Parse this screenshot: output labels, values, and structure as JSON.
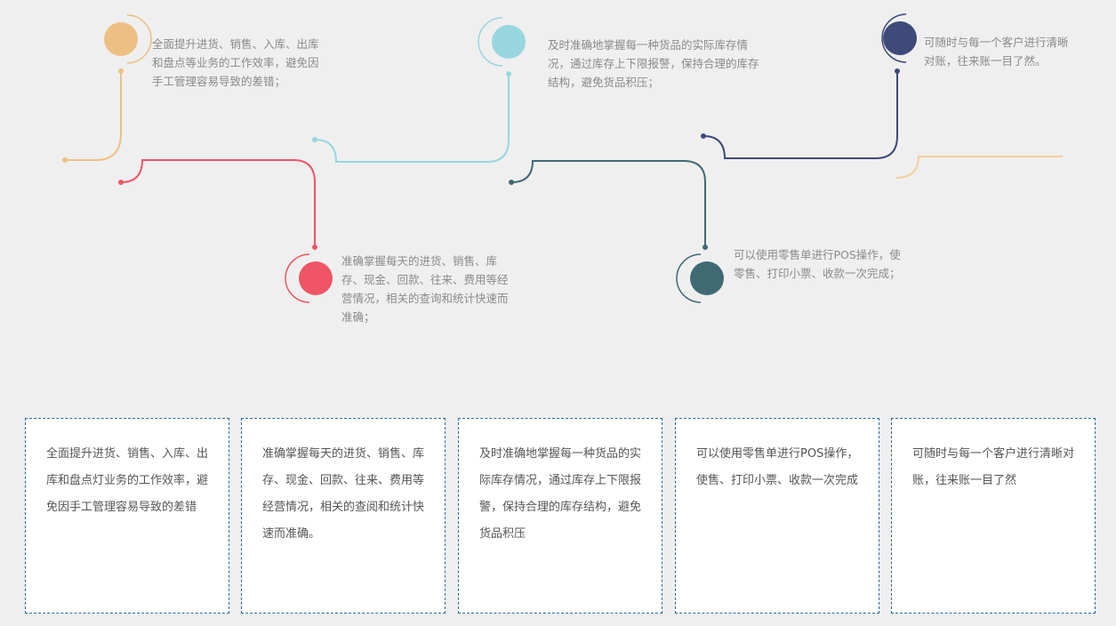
{
  "diagram": {
    "nodes": [
      {
        "id": "n1",
        "color": "#eebf82",
        "text": "全面提升进货、销售、入库、出库和盘点等业务的工作效率，避免因手工管理容易导致的差错；"
      },
      {
        "id": "n2",
        "color": "#ef5566",
        "text": "准确掌握每天的进货、销售、库存、现金、回款、往来、费用等经营情况，相关的查询和统计快速而准确；"
      },
      {
        "id": "n3",
        "color": "#98d6e0",
        "text": "及时准确地掌握每一种货品的实际库存情况，通过库存上下限报警，保持合理的库存结构，避免货品积压；"
      },
      {
        "id": "n4",
        "color": "#3f6a73",
        "text": "可以使用零售单进行POS操作，使零售、打印小票、收款一次完成；"
      },
      {
        "id": "n5",
        "color": "#3d4a7a",
        "text": "可随时与每一个客户进行清晰对账，往来账一目了然。"
      }
    ],
    "tail_color": "#f3cf9c"
  },
  "cards": [
    {
      "text": "全面提升进货、销售、入库、出库和盘点灯业务的工作效率，避免因手工管理容易导致的差错"
    },
    {
      "text": "准确掌握每天的进货、销售、库存、现金、回款、往来、费用等经营情况，相关的查阅和统计快速而准确。"
    },
    {
      "text": "及时准确地掌握每一种货品的实际库存情况，通过库存上下限报警，保持合理的库存结构，避免货品积压"
    },
    {
      "text": "可以使用零售单进行POS操作，使售、打印小票、收款一次完成"
    },
    {
      "text": "可随时与每一个客户进行清晰对账，往来账一目了然"
    }
  ]
}
